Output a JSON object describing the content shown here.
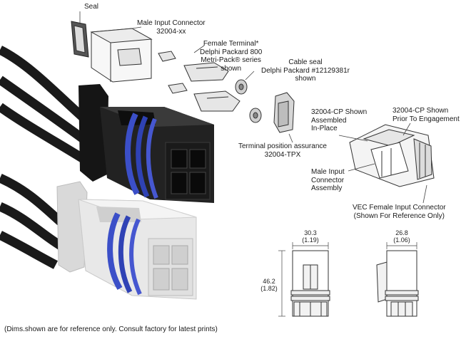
{
  "labels": {
    "seal": "Seal",
    "male_input_connector": [
      "Male Input Connector",
      "32004-xx"
    ],
    "female_terminal": [
      "Female Terminal*",
      "Delphi Packard 800",
      "Metri-Pack® series",
      "shown"
    ],
    "cable_seal": [
      "Cable seal",
      "Delphi Packard #12129381r",
      "shown"
    ],
    "terminal_position_assurance": [
      "Terminal position assurance",
      "32004-TPX"
    ],
    "cp_assembled": [
      "32004-CP Shown",
      "Assembled",
      "In-Place"
    ],
    "cp_prior": [
      "32004-CP Shown",
      "Prior To Engagement"
    ],
    "male_input_assembly": [
      "Male Input",
      "Connector",
      "Assembly"
    ],
    "vec_female": [
      "VEC Female Input Connector",
      "(Shown For Reference Only)"
    ]
  },
  "dimensions": {
    "front_width": [
      "30.3",
      "(1.19)"
    ],
    "side_width": [
      "26.8",
      "(1.06)"
    ],
    "height": [
      "46.2",
      "(1.82)"
    ]
  },
  "footer": "(Dims.shown are for reference only. Consult factory for latest prints)",
  "colors": {
    "black_housing": "#1c1c1c",
    "white_housing": "#e6e6e6",
    "blue_seal": "#3b4fc8",
    "line_art": "#333333"
  }
}
